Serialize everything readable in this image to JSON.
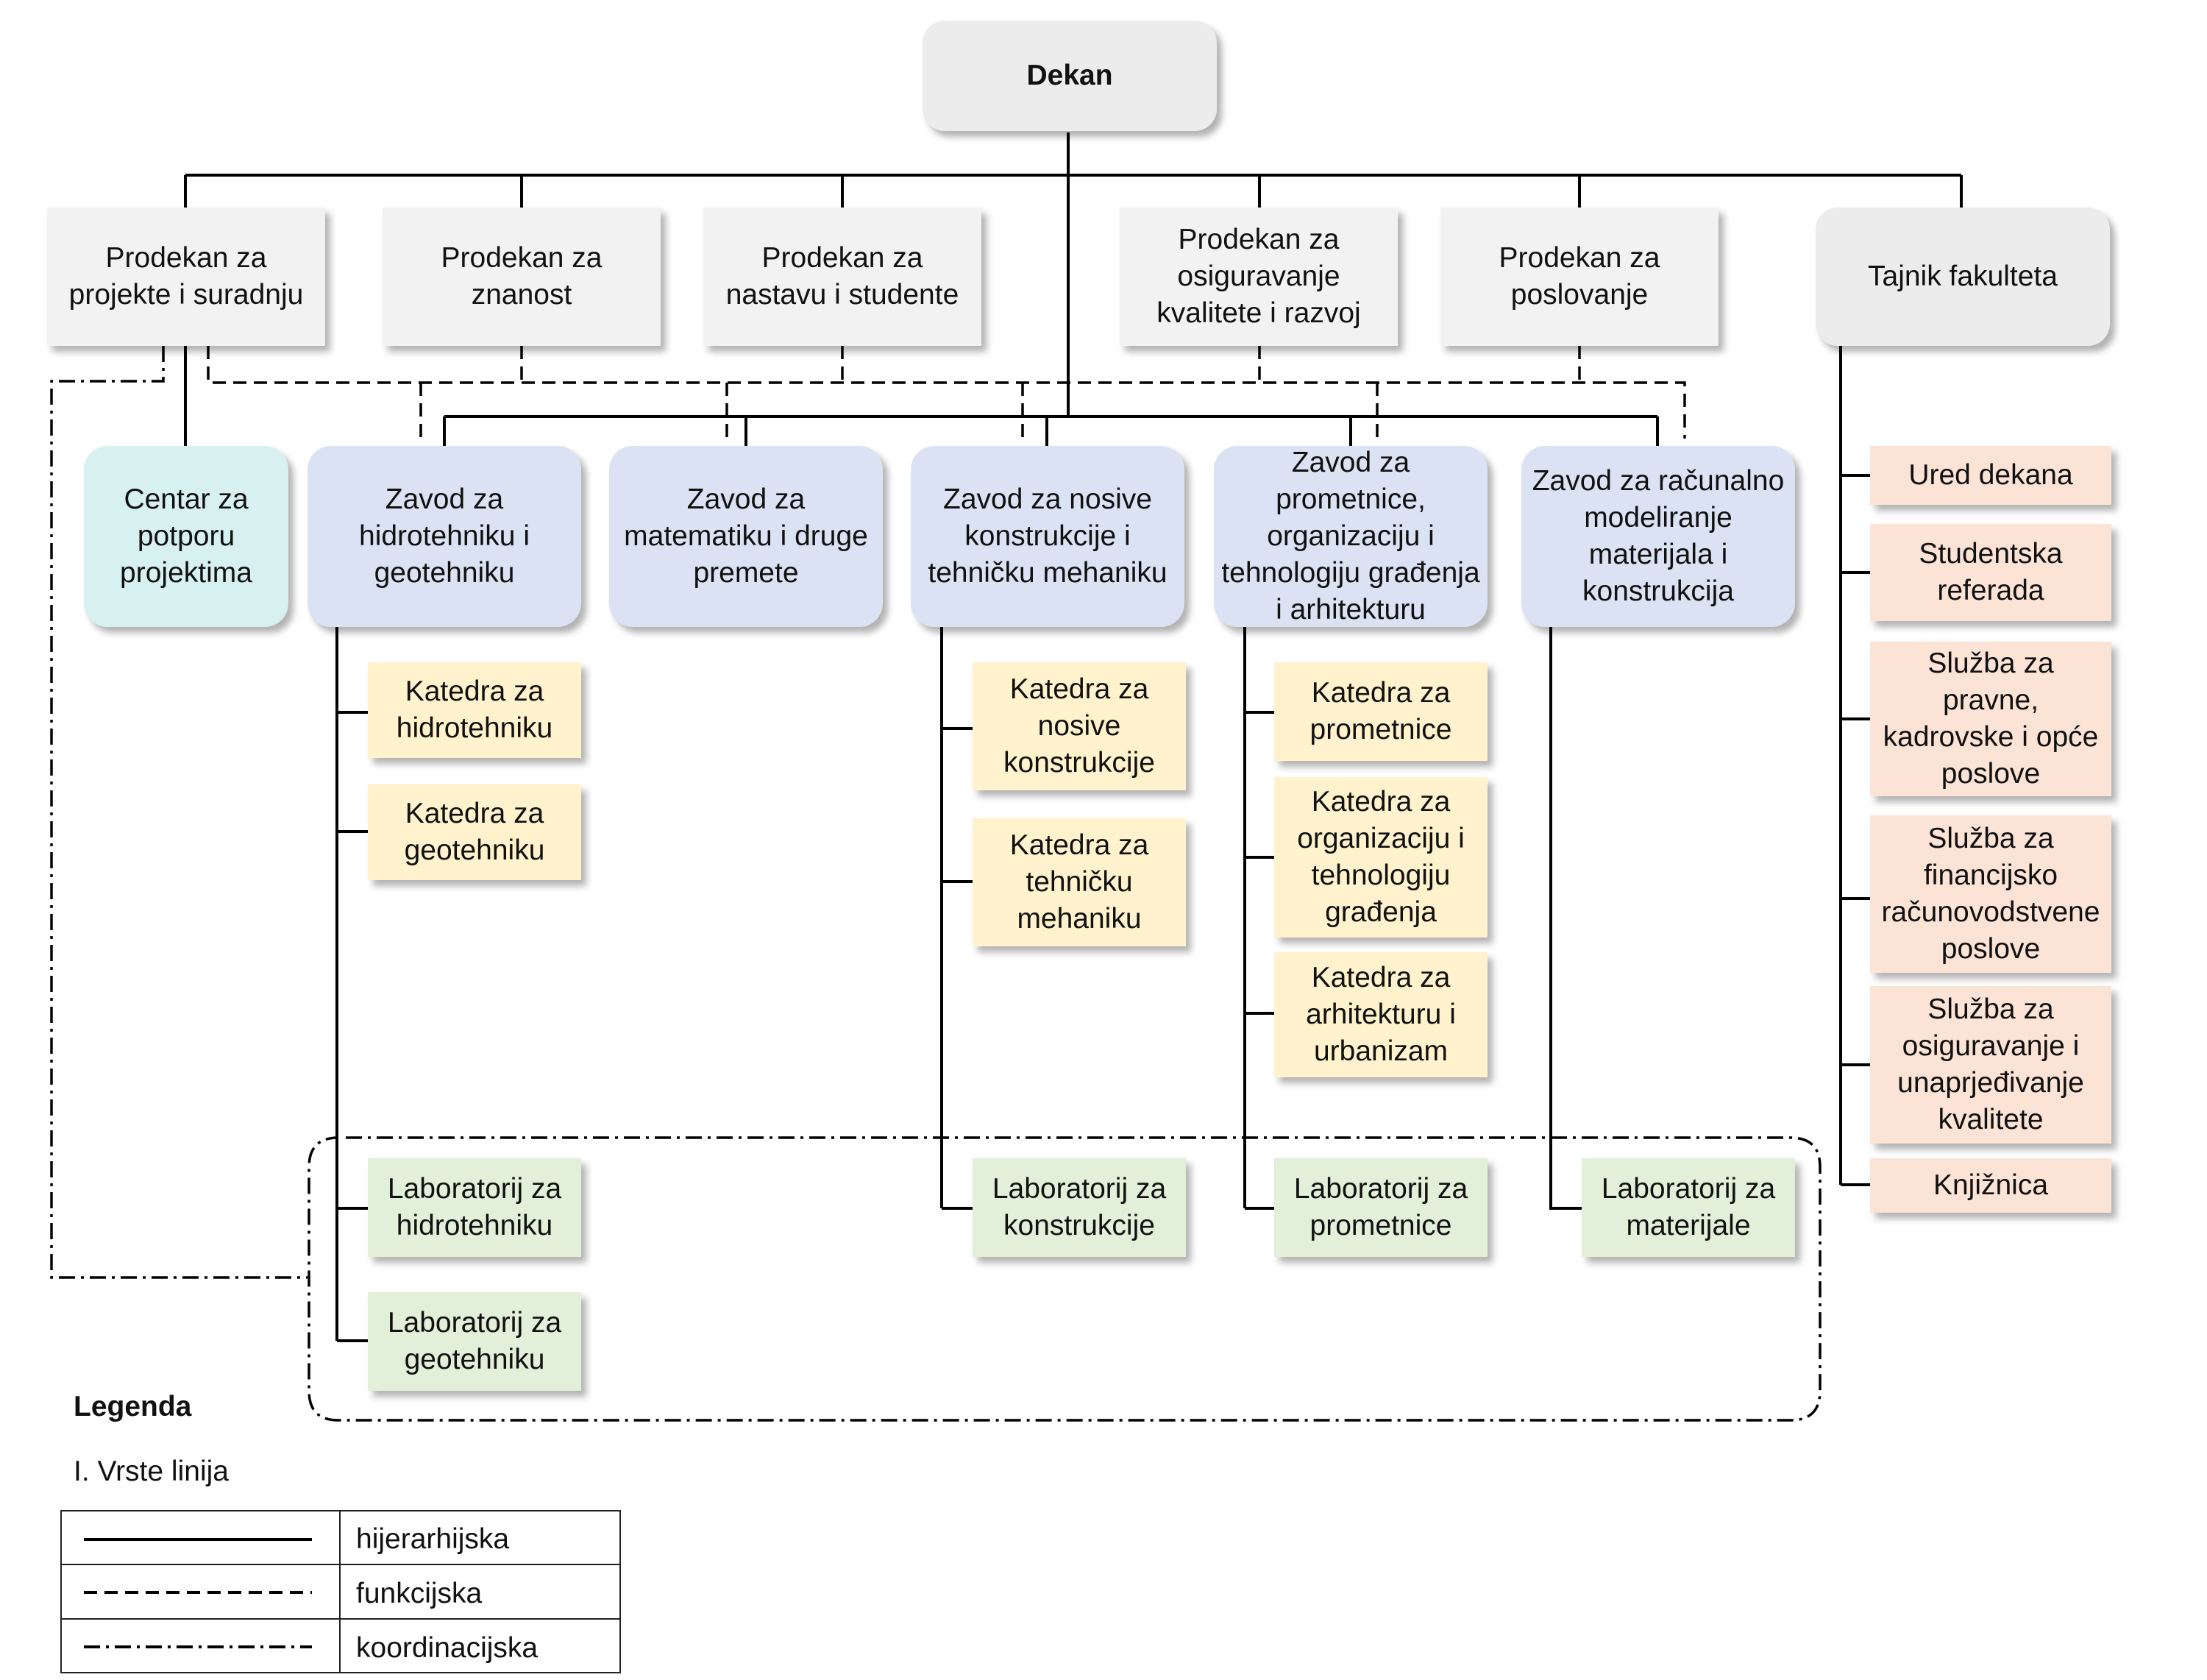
{
  "dekan": "Dekan",
  "prodekani": [
    "Prodekan za projekte i suradnju",
    "Prodekan za znanost",
    "Prodekan za nastavu i studente",
    "Prodekan za osiguravanje kvalitete i razvoj",
    "Prodekan za poslovanje",
    "Tajnik fakulteta"
  ],
  "centar": "Centar za potporu projektima",
  "zavodi": [
    "Zavod za hidrotehniku i geotehniku",
    "Zavod za matematiku i druge premete",
    "Zavod za nosive konstrukcije i tehničku mehaniku",
    "Zavod za prometnice, organizaciju i tehnologiju građenja i arhitekturu",
    "Zavod za računalno modeliranje materijala i konstrukcija"
  ],
  "katedre": [
    "Katedra za hidrotehniku",
    "Katedra za geotehniku",
    "Katedra za nosive konstrukcije",
    "Katedra  za tehničku mehaniku",
    "Katedra za prometnice",
    "Katedra za organizaciju i tehnologiju građenja",
    "Katedra za arhitekturu i urbanizam"
  ],
  "laboratoriji": [
    "Laboratorij za hidrotehniku",
    "Laboratorij za geotehniku",
    "Laboratorij za konstrukcije",
    "Laboratorij za prometnice",
    "Laboratorij za materijale"
  ],
  "sluzbe": [
    "Ured dekana",
    "Studentska referada",
    "Služba za pravne, kadrovske i opće poslove",
    "Služba za financijsko računovodstvene poslove",
    "Služba za osiguravanje i unaprjeđivanje kvalitete",
    "Knjižnica"
  ],
  "legend": {
    "title": "Legenda",
    "subtitle": "I. Vrste linija",
    "rows": [
      "hijerarhijska",
      "funkcijska",
      "koordinacijska"
    ]
  }
}
